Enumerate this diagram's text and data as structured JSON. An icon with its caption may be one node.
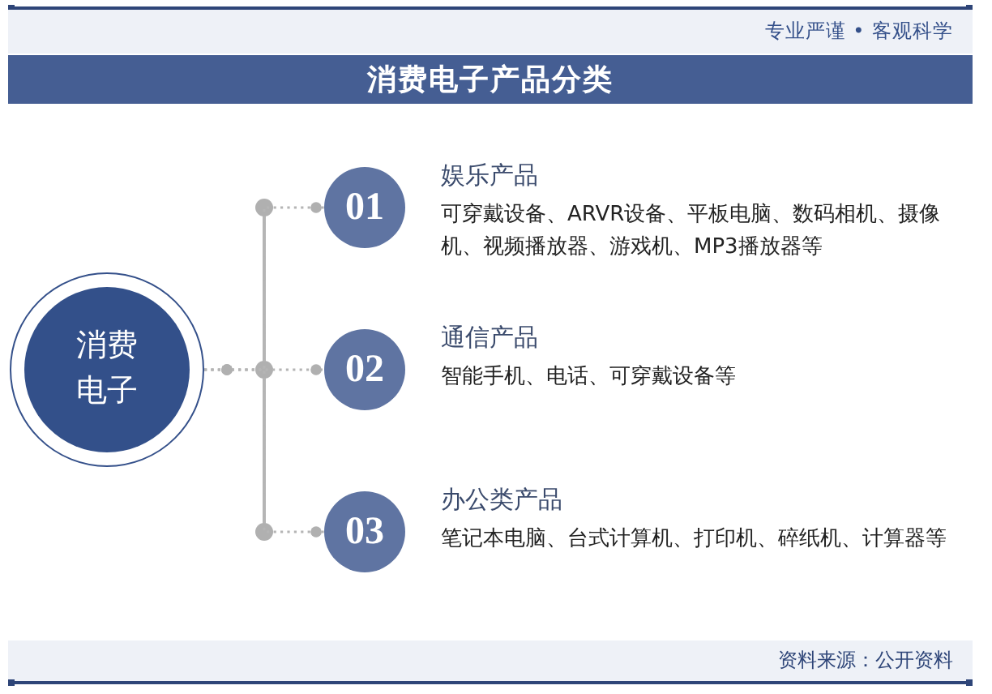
{
  "diagram": {
    "title": "消费电子产品分类",
    "nodes": [
      {
        "text": [
          "消费电子"
        ]
      },
      {
        "text": [
          "01"
        ],
        "beside": [
          "娱乐产品",
          "可穿戴设备、ARVR设备、平板电脑、数码相机、摄像机、视频播放器、游戏机、MP3播放器等"
        ]
      },
      {
        "text": [
          "02"
        ],
        "beside": [
          "通信产品",
          "智能手机、电话、可穿戴设备等"
        ]
      },
      {
        "text": [
          "03"
        ],
        "beside": [
          "办公类产品",
          "笔记本电脑、台式计算机、打印机、碎纸机、计算器等"
        ]
      }
    ],
    "edges": [
      {
        "from": 0,
        "to": 1,
        "arrow": "other",
        "style": "dashed"
      },
      {
        "from": 0,
        "to": 2,
        "arrow": "other",
        "style": "dashed"
      },
      {
        "from": 0,
        "to": 3,
        "arrow": "other",
        "style": "dashed"
      }
    ],
    "labels": [
      "专业严谨 • 客观科学",
      "资料来源：公开资料"
    ]
  }
}
